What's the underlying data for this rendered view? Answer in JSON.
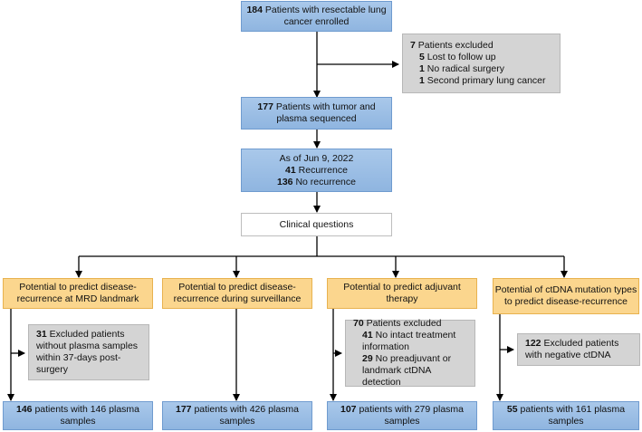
{
  "enrolled": {
    "n": "184",
    "text": "Patients with resectable lung cancer enrolled"
  },
  "excluded": {
    "n": "7",
    "text": "Patients excluded",
    "items": [
      {
        "n": "5",
        "text": "Lost to follow up"
      },
      {
        "n": "1",
        "text": "No radical surgery"
      },
      {
        "n": "1",
        "text": "Second primary lung cancer"
      }
    ]
  },
  "sequenced": {
    "n": "177",
    "text": "Patients with tumor and plasma sequenced"
  },
  "status": {
    "date": "As of Jun 9, 2022",
    "recurrence_n": "41",
    "recurrence": "Recurrence",
    "norec_n": "136",
    "norec": "No recurrence"
  },
  "clinical_questions": "Clinical questions",
  "questions": [
    {
      "title": "Potential to predict disease-recurrence at MRD landmark",
      "excl_n": "31",
      "excl_text": "Excluded patients without plasma samples within 37-days post-surgery",
      "result_n": "146",
      "result_text": "patients with 146 plasma samples"
    },
    {
      "title": "Potential to predict disease-recurrence during surveillance",
      "result_n": "177",
      "result_text": "patients with 426 plasma samples"
    },
    {
      "title": "Potential to predict adjuvant therapy",
      "excl_n": "70",
      "excl_text": "Patients excluded",
      "excl_items": [
        {
          "n": "41",
          "text": "No intact treatment information"
        },
        {
          "n": "29",
          "text": "No preadjuvant or landmark ctDNA detection"
        }
      ],
      "result_n": "107",
      "result_text": "patients with 279 plasma samples"
    },
    {
      "title": "Potential of ctDNA mutation types to predict disease-recurrence",
      "excl_n": "122",
      "excl_text": "Excluded patients with negative ctDNA",
      "result_n": "55",
      "result_text": "patients with 161 plasma samples"
    }
  ]
}
